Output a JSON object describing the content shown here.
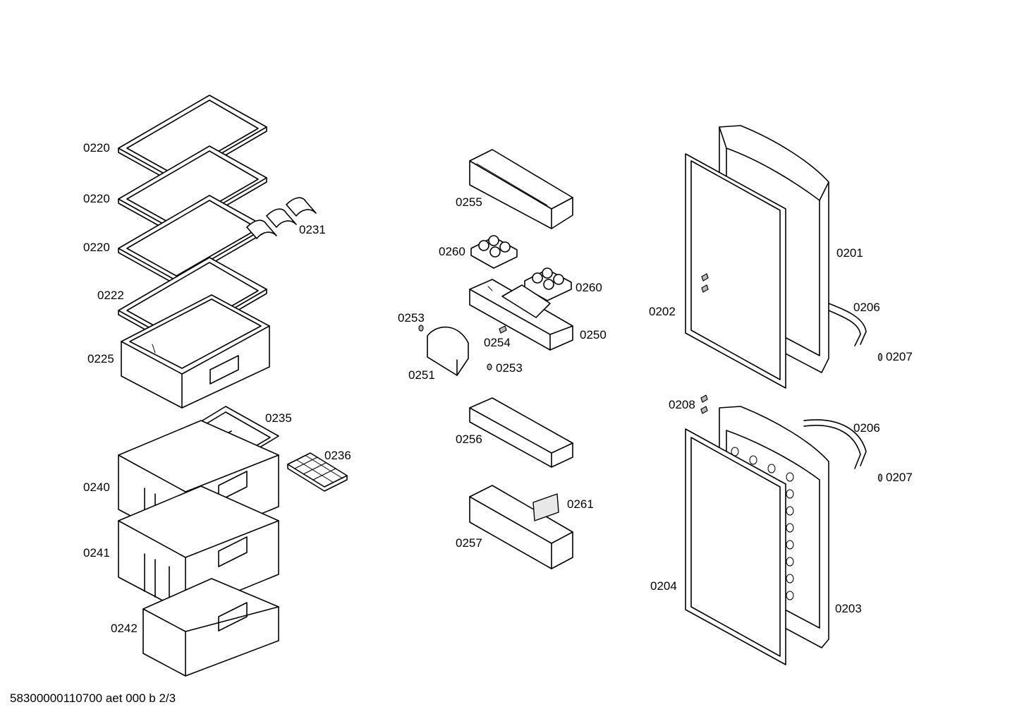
{
  "labels": {
    "shelf_top": "0220",
    "shelf_second": "0220",
    "shelf_third": "0220",
    "shelf_bottom": "0222",
    "crisper_cover_bin": "0225",
    "shelf_inserts": "0231",
    "freezer_tray": "0235",
    "ice_cube_tray": "0236",
    "freezer_drawer_top": "0240",
    "freezer_drawer_middle": "0241",
    "freezer_drawer_bottom": "0242",
    "door_shelf_top": "0255",
    "egg_tray_left": "0260",
    "egg_tray_right": "0260",
    "door_shelf_dairy": "0250",
    "flap_screw_top": "0253",
    "flap_pin": "0254",
    "dairy_flap": "0251",
    "flap_screw_bottom": "0253",
    "door_shelf_middle": "0256",
    "bottle_retainer": "0261",
    "door_shelf_bottom": "0257",
    "fridge_door": "0201",
    "fridge_door_gasket": "0202",
    "fridge_handle": "0206",
    "fridge_handle_screw": "0207",
    "door_screws": "0208",
    "freezer_handle": "0206",
    "freezer_handle_screw": "0207",
    "freezer_door_gasket": "0204",
    "freezer_door": "0203"
  },
  "footer": {
    "code": "58300000110700 aet 000 b 2/3"
  }
}
